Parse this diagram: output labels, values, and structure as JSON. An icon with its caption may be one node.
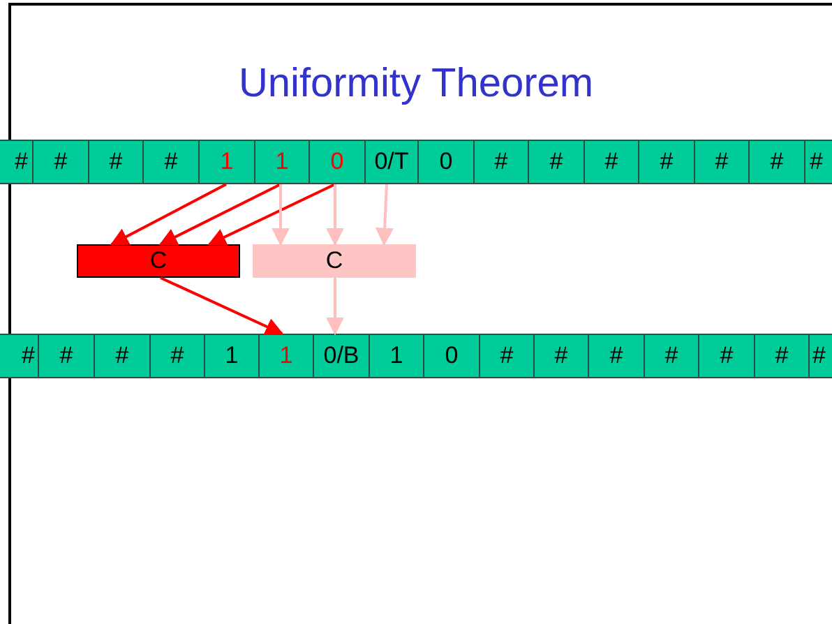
{
  "diagram": {
    "title": "Uniformity Theorem",
    "nodes": [
      {
        "text": [
          "#"
        ]
      },
      {
        "text": [
          "#"
        ]
      },
      {
        "text": [
          "#"
        ]
      },
      {
        "text": [
          "#"
        ]
      },
      {
        "text": [
          "1"
        ]
      },
      {
        "text": [
          "1"
        ]
      },
      {
        "text": [
          "0"
        ]
      },
      {
        "text": [
          "0/T"
        ]
      },
      {
        "text": [
          "0"
        ]
      },
      {
        "text": [
          "#"
        ]
      },
      {
        "text": [
          "#"
        ]
      },
      {
        "text": [
          "#"
        ]
      },
      {
        "text": [
          "#"
        ]
      },
      {
        "text": [
          "#"
        ]
      },
      {
        "text": [
          "#"
        ]
      },
      {
        "text": [
          "#"
        ]
      },
      {
        "text": [
          "C"
        ]
      },
      {
        "text": [
          "C"
        ]
      },
      {
        "text": [
          "#"
        ]
      },
      {
        "text": [
          "#"
        ]
      },
      {
        "text": [
          "#"
        ]
      },
      {
        "text": [
          "#"
        ]
      },
      {
        "text": [
          "1"
        ]
      },
      {
        "text": [
          "1"
        ]
      },
      {
        "text": [
          "0/B"
        ]
      },
      {
        "text": [
          "1"
        ]
      },
      {
        "text": [
          "0"
        ]
      },
      {
        "text": [
          "#"
        ]
      },
      {
        "text": [
          "#"
        ]
      },
      {
        "text": [
          "#"
        ]
      },
      {
        "text": [
          "#"
        ]
      },
      {
        "text": [
          "#"
        ]
      },
      {
        "text": [
          "#"
        ]
      },
      {
        "text": [
          "#"
        ]
      }
    ],
    "edges": [
      {
        "from": 4,
        "to": 16,
        "arrow": "to",
        "color": "#ff0000"
      },
      {
        "from": 5,
        "to": 16,
        "arrow": "to",
        "color": "#ff0000"
      },
      {
        "from": 6,
        "to": 16,
        "arrow": "to",
        "color": "#ff0000"
      },
      {
        "from": 5,
        "to": 17,
        "arrow": "to",
        "color": "#ffbfbf"
      },
      {
        "from": 6,
        "to": 17,
        "arrow": "to",
        "color": "#ffbfbf"
      },
      {
        "from": 7,
        "to": 17,
        "arrow": "to",
        "color": "#ffbfbf"
      },
      {
        "from": 16,
        "to": 23,
        "arrow": "to",
        "color": "#ff0000"
      },
      {
        "from": 17,
        "to": 24,
        "arrow": "to",
        "color": "#ffbfbf"
      }
    ]
  }
}
